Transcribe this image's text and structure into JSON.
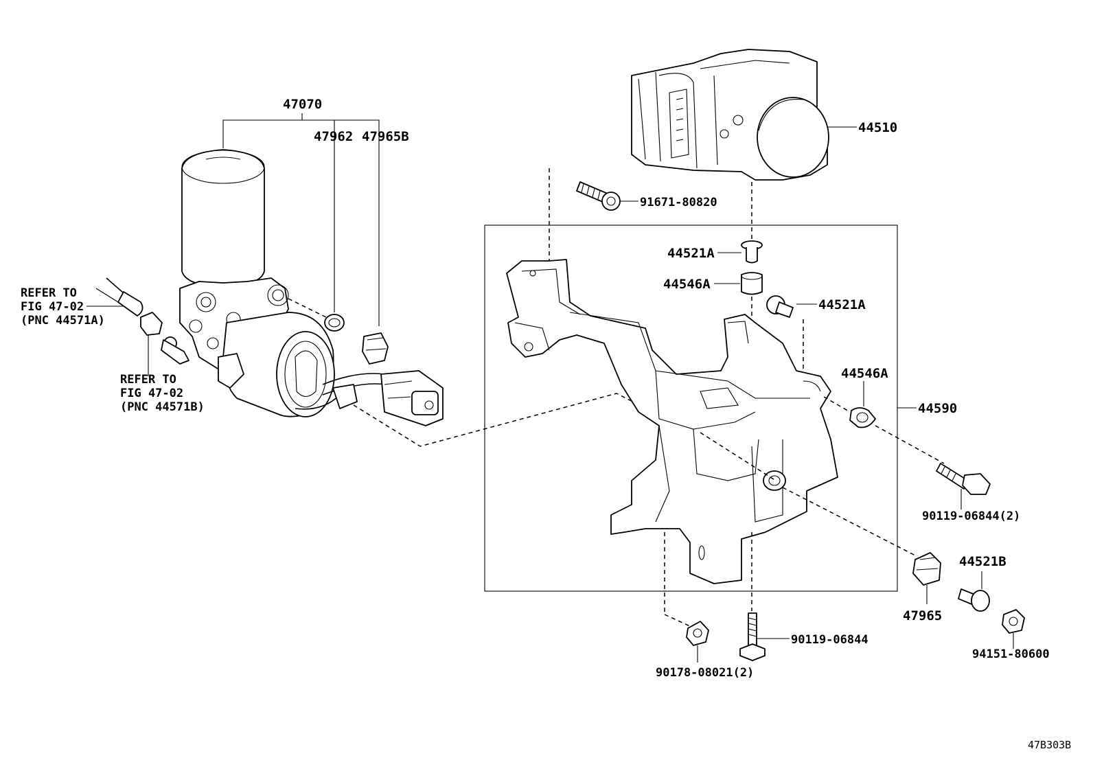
{
  "diagram": {
    "code": "47B303B",
    "labels": {
      "pnc_47070": "47070",
      "pnc_47962": "47962",
      "pnc_47965b": "47965B",
      "pnc_44510": "44510",
      "pnc_91671": "91671-80820",
      "pnc_44521a_top": "44521A",
      "pnc_44546a_top": "44546A",
      "pnc_44521a_right": "44521A",
      "pnc_44546a_right": "44546A",
      "pnc_44590": "44590",
      "pnc_90119_2": "90119-06844(2)",
      "pnc_44521b": "44521B",
      "pnc_47965": "47965",
      "pnc_90119": "90119-06844",
      "pnc_94151": "94151-80600",
      "pnc_90178": "90178-08021(2)"
    },
    "refers": {
      "a_line1": "REFER TO",
      "a_line2": "FIG 47-02",
      "a_line3": "(PNC 44571A)",
      "b_line1": "REFER TO",
      "b_line2": "FIG 47-02",
      "b_line3": "(PNC 44571B)"
    }
  }
}
